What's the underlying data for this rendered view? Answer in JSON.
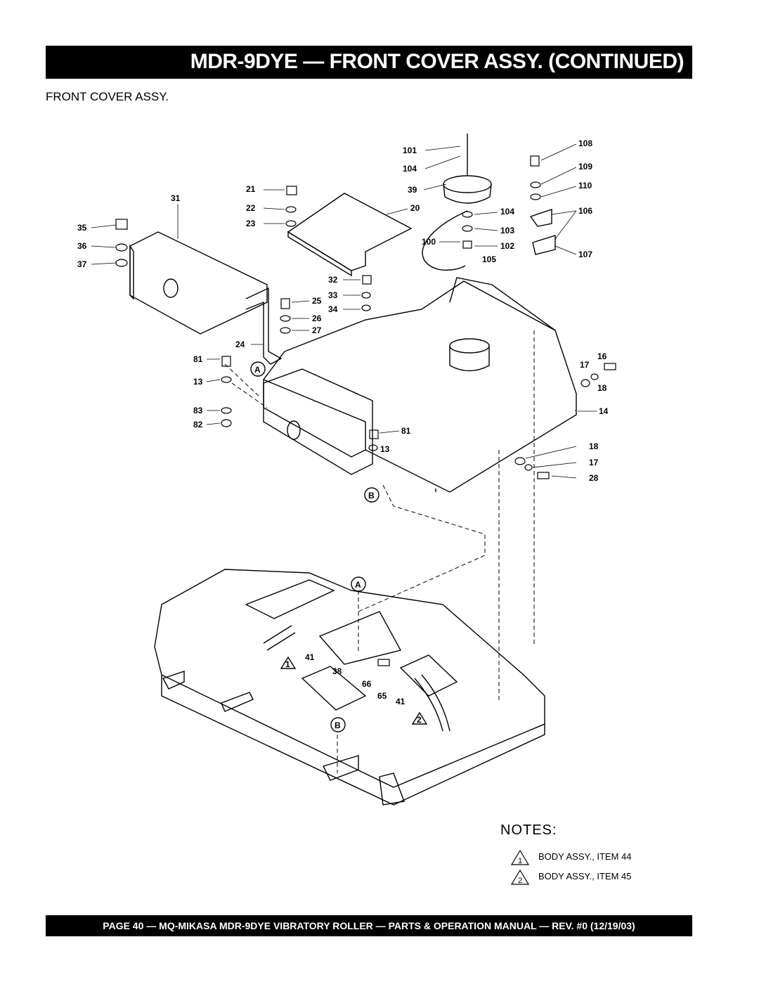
{
  "header": {
    "title": "MDR-9DYE — FRONT COVER ASSY. (CONTINUED)"
  },
  "section": {
    "subtitle": "FRONT COVER ASSY."
  },
  "callouts": [
    "101",
    "104",
    "39",
    "108",
    "109",
    "110",
    "21",
    "22",
    "23",
    "20",
    "104",
    "103",
    "106",
    "100",
    "102",
    "107",
    "105",
    "31",
    "35",
    "36",
    "37",
    "32",
    "33",
    "34",
    "25",
    "26",
    "27",
    "24",
    "81",
    "13",
    "83",
    "82",
    "16",
    "17",
    "18",
    "14",
    "81",
    "13",
    "18",
    "17",
    "28",
    "41",
    "38",
    "66",
    "65",
    "41"
  ],
  "circle_markers": [
    "A",
    "B",
    "A",
    "B"
  ],
  "triangle_markers": [
    "1",
    "2"
  ],
  "notes": {
    "title": "NOTES:",
    "items": [
      {
        "marker": "1",
        "text": "BODY ASSY., ITEM 44"
      },
      {
        "marker": "2",
        "text": "BODY ASSY., ITEM 45"
      }
    ]
  },
  "footer": {
    "text": "PAGE 40 — MQ-MIKASA MDR-9DYE VIBRATORY ROLLER — PARTS & OPERATION MANUAL — REV. #0 (12/19/03)"
  }
}
